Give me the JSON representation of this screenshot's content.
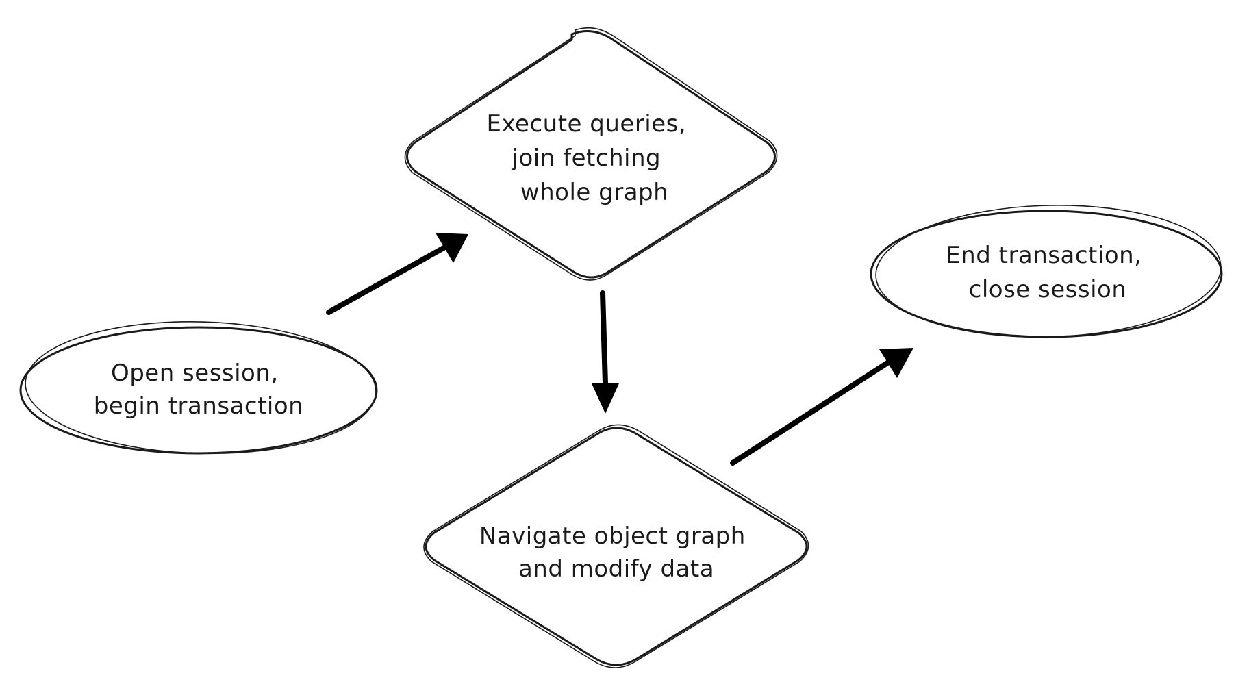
{
  "nodes": {
    "open": {
      "lines": [
        "Open session,",
        "begin transaction"
      ]
    },
    "execute": {
      "lines": [
        "Execute queries,",
        "join fetching",
        "whole graph"
      ]
    },
    "navigate": {
      "lines": [
        "Navigate object graph",
        "and modify data"
      ]
    },
    "end": {
      "lines": [
        "End transaction,",
        "close session"
      ]
    }
  },
  "colors": {
    "stroke": "#1a1a1a",
    "arrow": "#000000",
    "background": "#ffffff"
  }
}
